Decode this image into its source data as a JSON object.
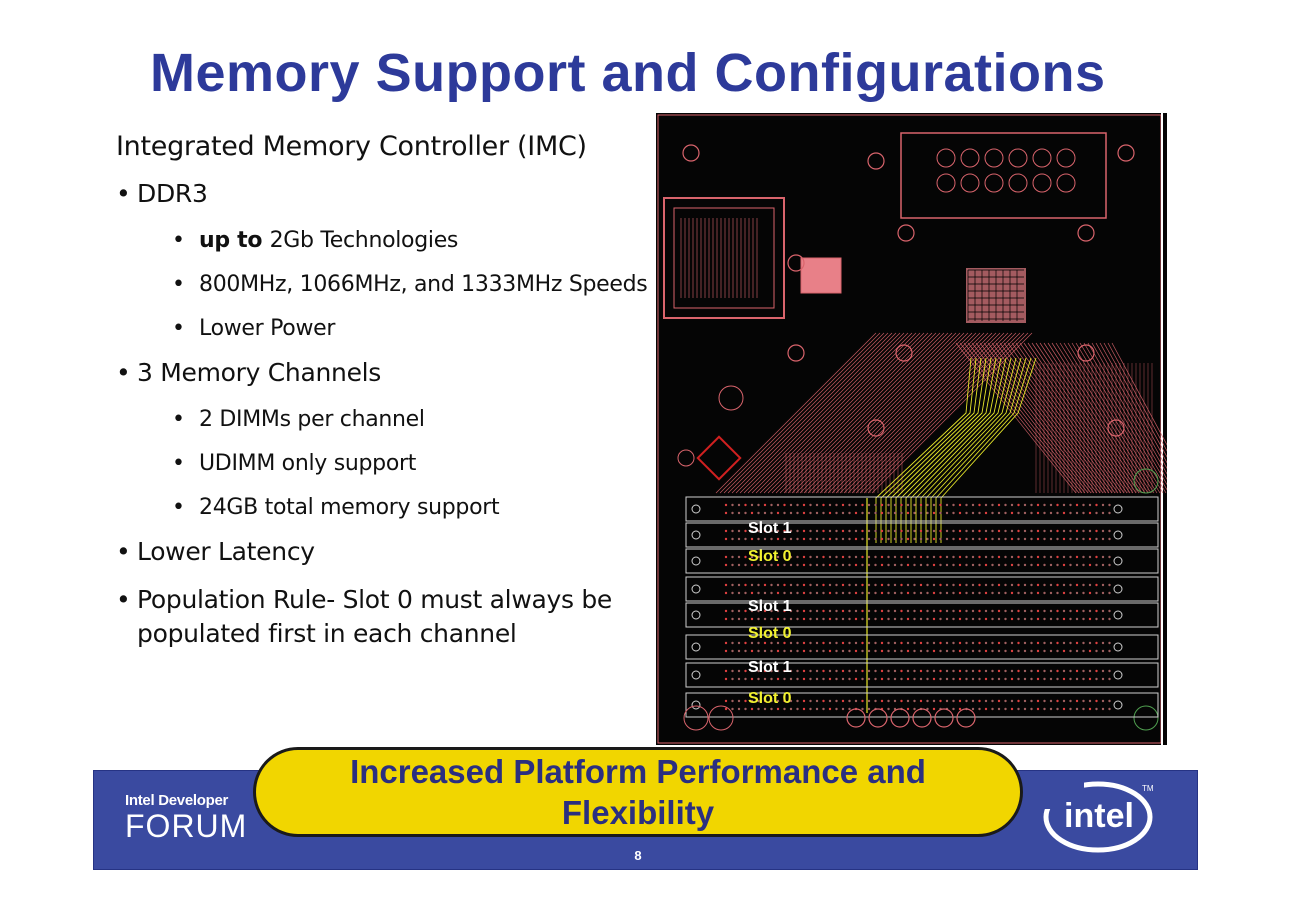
{
  "slide": {
    "title": "Memory Support and Configurations",
    "heading": "Integrated Memory Controller (IMC)",
    "bullets": [
      {
        "text": "DDR3",
        "sub": [
          {
            "bold": "up to ",
            "text": "2Gb Technologies"
          },
          {
            "bold": "",
            "text": "800MHz, 1066MHz, and 1333MHz Speeds"
          },
          {
            "bold": "",
            "text": "Lower Power"
          }
        ]
      },
      {
        "text": "3 Memory Channels",
        "sub": [
          {
            "bold": "",
            "text": "2 DIMMs per channel"
          },
          {
            "bold": "",
            "text": "UDIMM only support"
          },
          {
            "bold": "",
            "text": "24GB total memory support"
          }
        ]
      },
      {
        "text": "Lower Latency",
        "sub": []
      },
      {
        "text": "Population Rule- Slot 0 must always be populated first in each channel",
        "sub": []
      }
    ],
    "bullet_glyph": "•",
    "pcb_labels": [
      "Slot 1",
      "Slot 0",
      "Slot 1",
      "Slot 0",
      "Slot 1",
      "Slot 0"
    ],
    "banner": "Increased Platform Performance and Flexibility",
    "page_number": "8",
    "footer_logo_line1": "Intel Developer",
    "footer_logo_line2": "FORUM",
    "brand_logo": "intel"
  },
  "colors": {
    "title": "#2d3a9a",
    "bar": "#3a4aa0",
    "pill": "#f1d600",
    "pill_text": "#2b2f80",
    "trace_red": "#d9646c",
    "trace_yellow": "#e6e62a",
    "slot1_label": "#ffffff",
    "slot0_label": "#f2f230"
  }
}
